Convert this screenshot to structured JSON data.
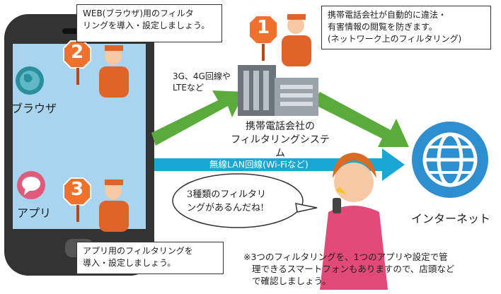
{
  "callouts": {
    "web_filter": {
      "line1": "WEB(ブラウザ)用のフィルタ",
      "line2": "リングを導入・設定しましょう。"
    },
    "carrier_filter": {
      "line1": "携帯電話会社が自動的に違法・",
      "line2": "有害情報の閲覧を防ぎます。",
      "line3": "(ネットワーク上のフィルタリング)"
    },
    "app_filter": {
      "line1": "アプリ用のフィルタリングを",
      "line2": "導入・設定しましょう。"
    }
  },
  "badges": {
    "one": "1",
    "two": "2",
    "three": "3"
  },
  "labels": {
    "browser": "ブラウザ",
    "app": "アプリ",
    "mobile_line_1": "3G、4G回線や",
    "mobile_line_2": "LTEなど",
    "system_line_1": "携帯電話会社の",
    "system_line_2": "フィルタリングシステム",
    "wireless": "無線LAN回線(Wi-Fiなど)",
    "internet": "インターネット"
  },
  "speech": {
    "line1": "3種類のフィルタリ",
    "line2": "ングがあるんだね!"
  },
  "note": {
    "line1": "※3つのフィルタリングを、1つのアプリや設定で管",
    "line2": "理できるスマートフォンもありますので、店頭など",
    "line3": "で確認しましょう。"
  },
  "colors": {
    "phone": "#333333",
    "screen": "#a9d4ef",
    "green_arrow": "#5aab3c",
    "blue_arrow": "#1aa7d6",
    "badge": "#f0702d",
    "internet": "#2e8fd0"
  },
  "icons": [
    "globe-icon",
    "speech-bubble-icon",
    "building-icon",
    "internet-globe-icon",
    "officer-icon",
    "woman-with-phone-icon"
  ]
}
